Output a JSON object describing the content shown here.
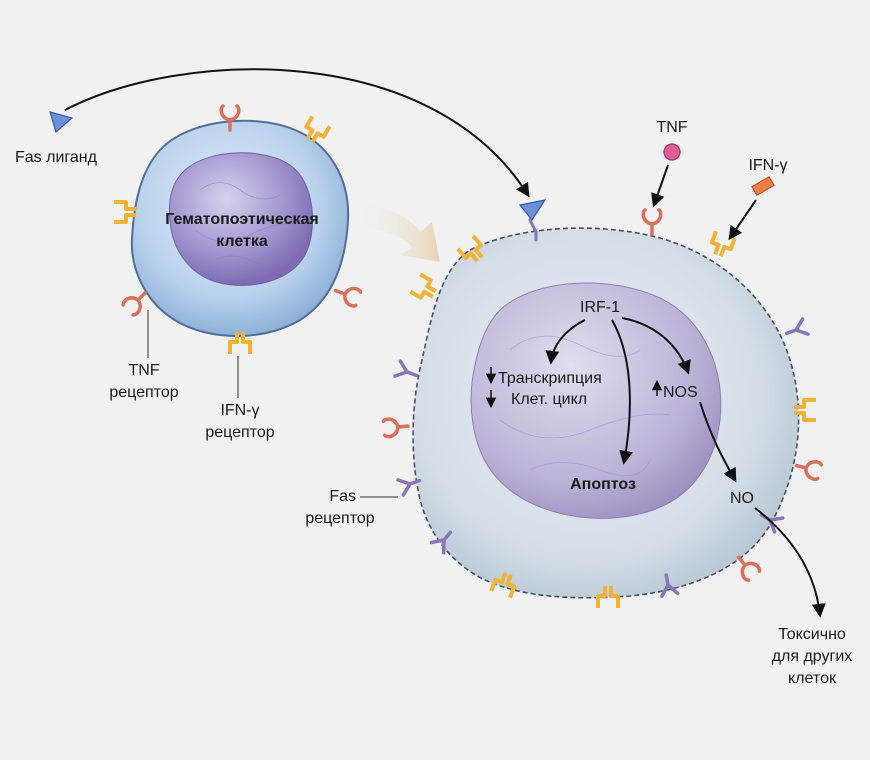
{
  "labels": {
    "fas_ligand": "Fas лиганд",
    "hemato_cell_line1": "Гематопоэтическая",
    "hemato_cell_line2": "клетка",
    "tnf_receptor_line1": "TNF",
    "tnf_receptor_line2": "рецептор",
    "ifn_receptor_line1": "IFN-γ",
    "ifn_receptor_line2": "рецептор",
    "fas_receptor_line1": "Fas",
    "fas_receptor_line2": "рецептор",
    "tnf": "TNF",
    "ifn_gamma": "IFN-γ",
    "irf1": "IRF-1",
    "transcription": "Транскрипция",
    "cell_cycle": "Клет. цикл",
    "nos": "NOS",
    "apoptosis": "Апоптоз",
    "no": "NO",
    "toxic_line1": "Токсично",
    "toxic_line2": "для других",
    "toxic_line3": "клеток"
  },
  "colors": {
    "background": "#f1f1f1",
    "tnf_receptor": "#d9705a",
    "ifn_receptor": "#f2b234",
    "fas_receptor": "#8877b8",
    "fas_ligand": "#6b8fd8",
    "tnf_molecule": "#e0609a",
    "ifn_molecule": "#f07f4a",
    "hemato_cytoplasm": "#a9c7e6",
    "hemato_nucleus": "#8f7fc0",
    "target_cytoplasm": "#c9d5de",
    "target_nucleus": "#b1a5c9"
  },
  "icons": {
    "tnf_receptor": "y-shaped-receptor-icon",
    "ifn_receptor": "fork-receptor-icon",
    "fas_receptor": "y-receptor-icon",
    "fas_ligand": "triangle-ligand-icon",
    "tnf_molecule": "circle-molecule-icon",
    "ifn_molecule": "rectangle-molecule-icon",
    "transition": "curved-arrow-icon"
  },
  "arrow_indicators": {
    "transcription": "down",
    "cell_cycle": "down",
    "nos": "up"
  }
}
